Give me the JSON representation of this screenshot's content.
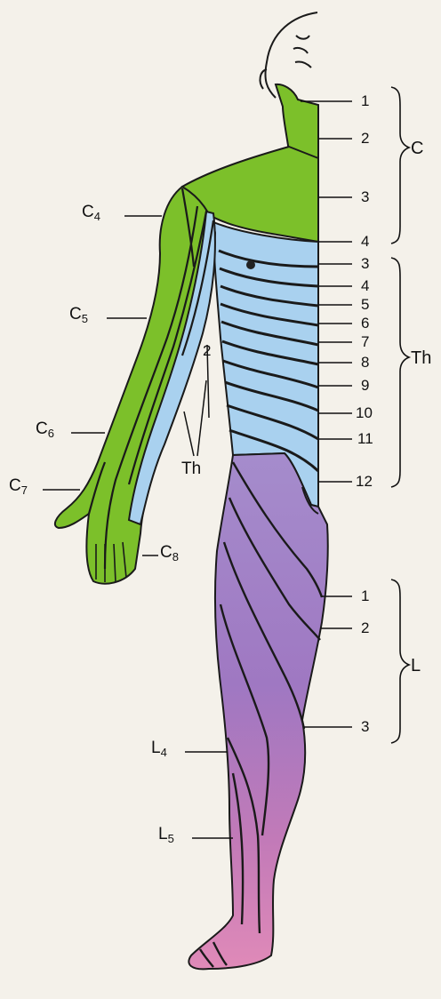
{
  "colors": {
    "cervical": "#7cc02a",
    "cervical_dark": "#5aa218",
    "thoracic": "#a9d1ef",
    "lumbar": "#9f7fc4",
    "sacral": "#d77aac",
    "outline": "#1a1a1a",
    "paper": "#f4f1ea"
  },
  "left_labels": [
    {
      "main": "C",
      "sub": "4"
    },
    {
      "main": "C",
      "sub": "5"
    },
    {
      "main": "C",
      "sub": "6"
    },
    {
      "main": "C",
      "sub": "7"
    },
    {
      "main": "C",
      "sub": "8"
    },
    {
      "main": "L",
      "sub": "4"
    },
    {
      "main": "L",
      "sub": "5"
    }
  ],
  "inner_labels": {
    "number": "2",
    "group": "Th"
  },
  "right_c": [
    "1",
    "2",
    "3",
    "4"
  ],
  "right_th": [
    "3",
    "4",
    "5",
    "6",
    "7",
    "8",
    "9",
    "10",
    "11",
    "12"
  ],
  "right_l": [
    "1",
    "2",
    "3"
  ],
  "groups": {
    "c": "C",
    "th": "Th",
    "l": "L"
  }
}
